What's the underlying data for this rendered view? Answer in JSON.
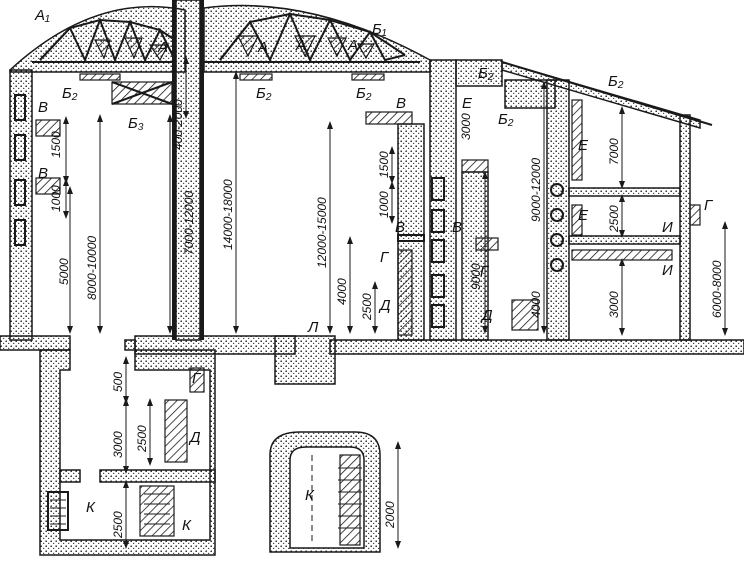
{
  "labels": {
    "A1": "А₁",
    "B1": "Б₁",
    "A": "А",
    "B2": "Б₂",
    "B3": "Б₃",
    "V": "В",
    "G": "Г",
    "D": "Д",
    "E": "Е",
    "I": "И",
    "K": "К",
    "L": "Л"
  },
  "dimensions": {
    "d1500": "1500",
    "d1000": "1000",
    "d5000": "5000",
    "d8000_10000": "8000-10000",
    "d400_2000": "400-2000",
    "d7000_12000": "7000-12000",
    "d14000_18000": "14000-18000",
    "d12000_15000": "12000-15000",
    "d3000": "3000",
    "d4000": "4000",
    "d2500": "2500",
    "d9000": "9000",
    "d9000_12000": "9000-12000",
    "d7000": "7000",
    "d6000_8000": "6000-8000",
    "d500": "500",
    "d2000": "2000"
  }
}
